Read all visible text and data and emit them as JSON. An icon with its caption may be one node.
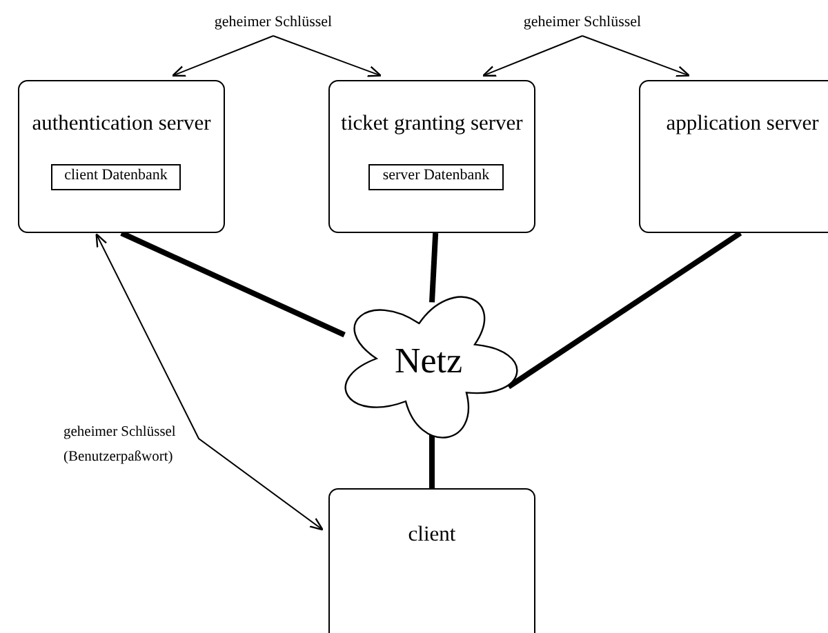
{
  "diagram": {
    "nodes": [
      {
        "text": [
          "authentication server"
        ]
      },
      {
        "text": [
          "client Datenbank"
        ],
        "in": 0
      },
      {
        "text": [
          "ticket granting server"
        ]
      },
      {
        "text": [
          "server Datenbank"
        ],
        "in": 2
      },
      {
        "text": [
          "application server"
        ]
      },
      {
        "text": [
          "Netz"
        ]
      },
      {
        "text": [
          "client"
        ]
      },
      {
        "text": [
          "geheimer Schlüssel"
        ]
      },
      {
        "text": [
          "geheimer Schlüssel"
        ]
      }
    ],
    "edges": [
      {
        "from": 7,
        "to": 0,
        "arrow": "to"
      },
      {
        "from": 7,
        "to": 2,
        "arrow": "to"
      },
      {
        "from": 8,
        "to": 2,
        "arrow": "to"
      },
      {
        "from": 8,
        "to": 4,
        "arrow": "to"
      },
      {
        "from": 0,
        "to": 5,
        "arrow": "none",
        "style": "thick"
      },
      {
        "from": 2,
        "to": 5,
        "arrow": "none",
        "style": "thick"
      },
      {
        "from": 4,
        "to": 5,
        "arrow": "none",
        "style": "thick"
      },
      {
        "from": 5,
        "to": 6,
        "arrow": "none",
        "style": "thick"
      },
      {
        "from": 0,
        "to": 6,
        "arrow": "both",
        "label": "geheimer Schlüssel (Benutzerpaßwort)"
      }
    ]
  }
}
